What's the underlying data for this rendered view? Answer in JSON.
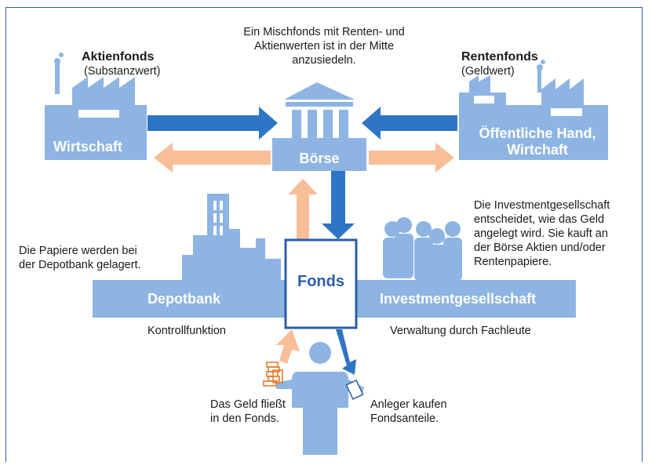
{
  "aktienfonds": {
    "title": "Aktienfonds",
    "subtitle": "(Substanzwert)"
  },
  "rentenfonds": {
    "title": "Rentenfonds",
    "subtitle": "(Geldwert)"
  },
  "mischfonds_note": [
    "Ein Mischfonds mit Renten- und",
    "Aktienwerten ist in der Mitte",
    "anzusiedeln."
  ],
  "wirtschaft": "Wirtschaft",
  "boerse": "Börse",
  "oeffentliche_hand": [
    "Öffentliche Hand,",
    "Wirtchaft"
  ],
  "depot_note": [
    "Die Papiere werden bei",
    "der Depotbank gelagert."
  ],
  "invest_note": [
    "Die Investmentgesellschaft",
    "entscheidet, wie das Geld",
    "angelegt wird. Sie kauft an",
    "der Börse Aktien und/oder",
    "Rentenpapiere."
  ],
  "fonds": "Fonds",
  "depotbank": "Depotbank",
  "investmentgesellschaft": "Investmentgesellschaft",
  "kontrollfunktion": "Kontrollfunktion",
  "verwaltung": "Verwaltung durch Fachleute",
  "geld_note": [
    "Das Geld fließt",
    "in den Fonds."
  ],
  "anleger_note": [
    "Anleger kaufen",
    "Fondsanteile."
  ],
  "colors": {
    "light_blue": "#8db4e2",
    "dark_blue": "#2e75c5",
    "peach": "#f8be98",
    "border": "#2b5da8",
    "orange": "#e8741e"
  }
}
